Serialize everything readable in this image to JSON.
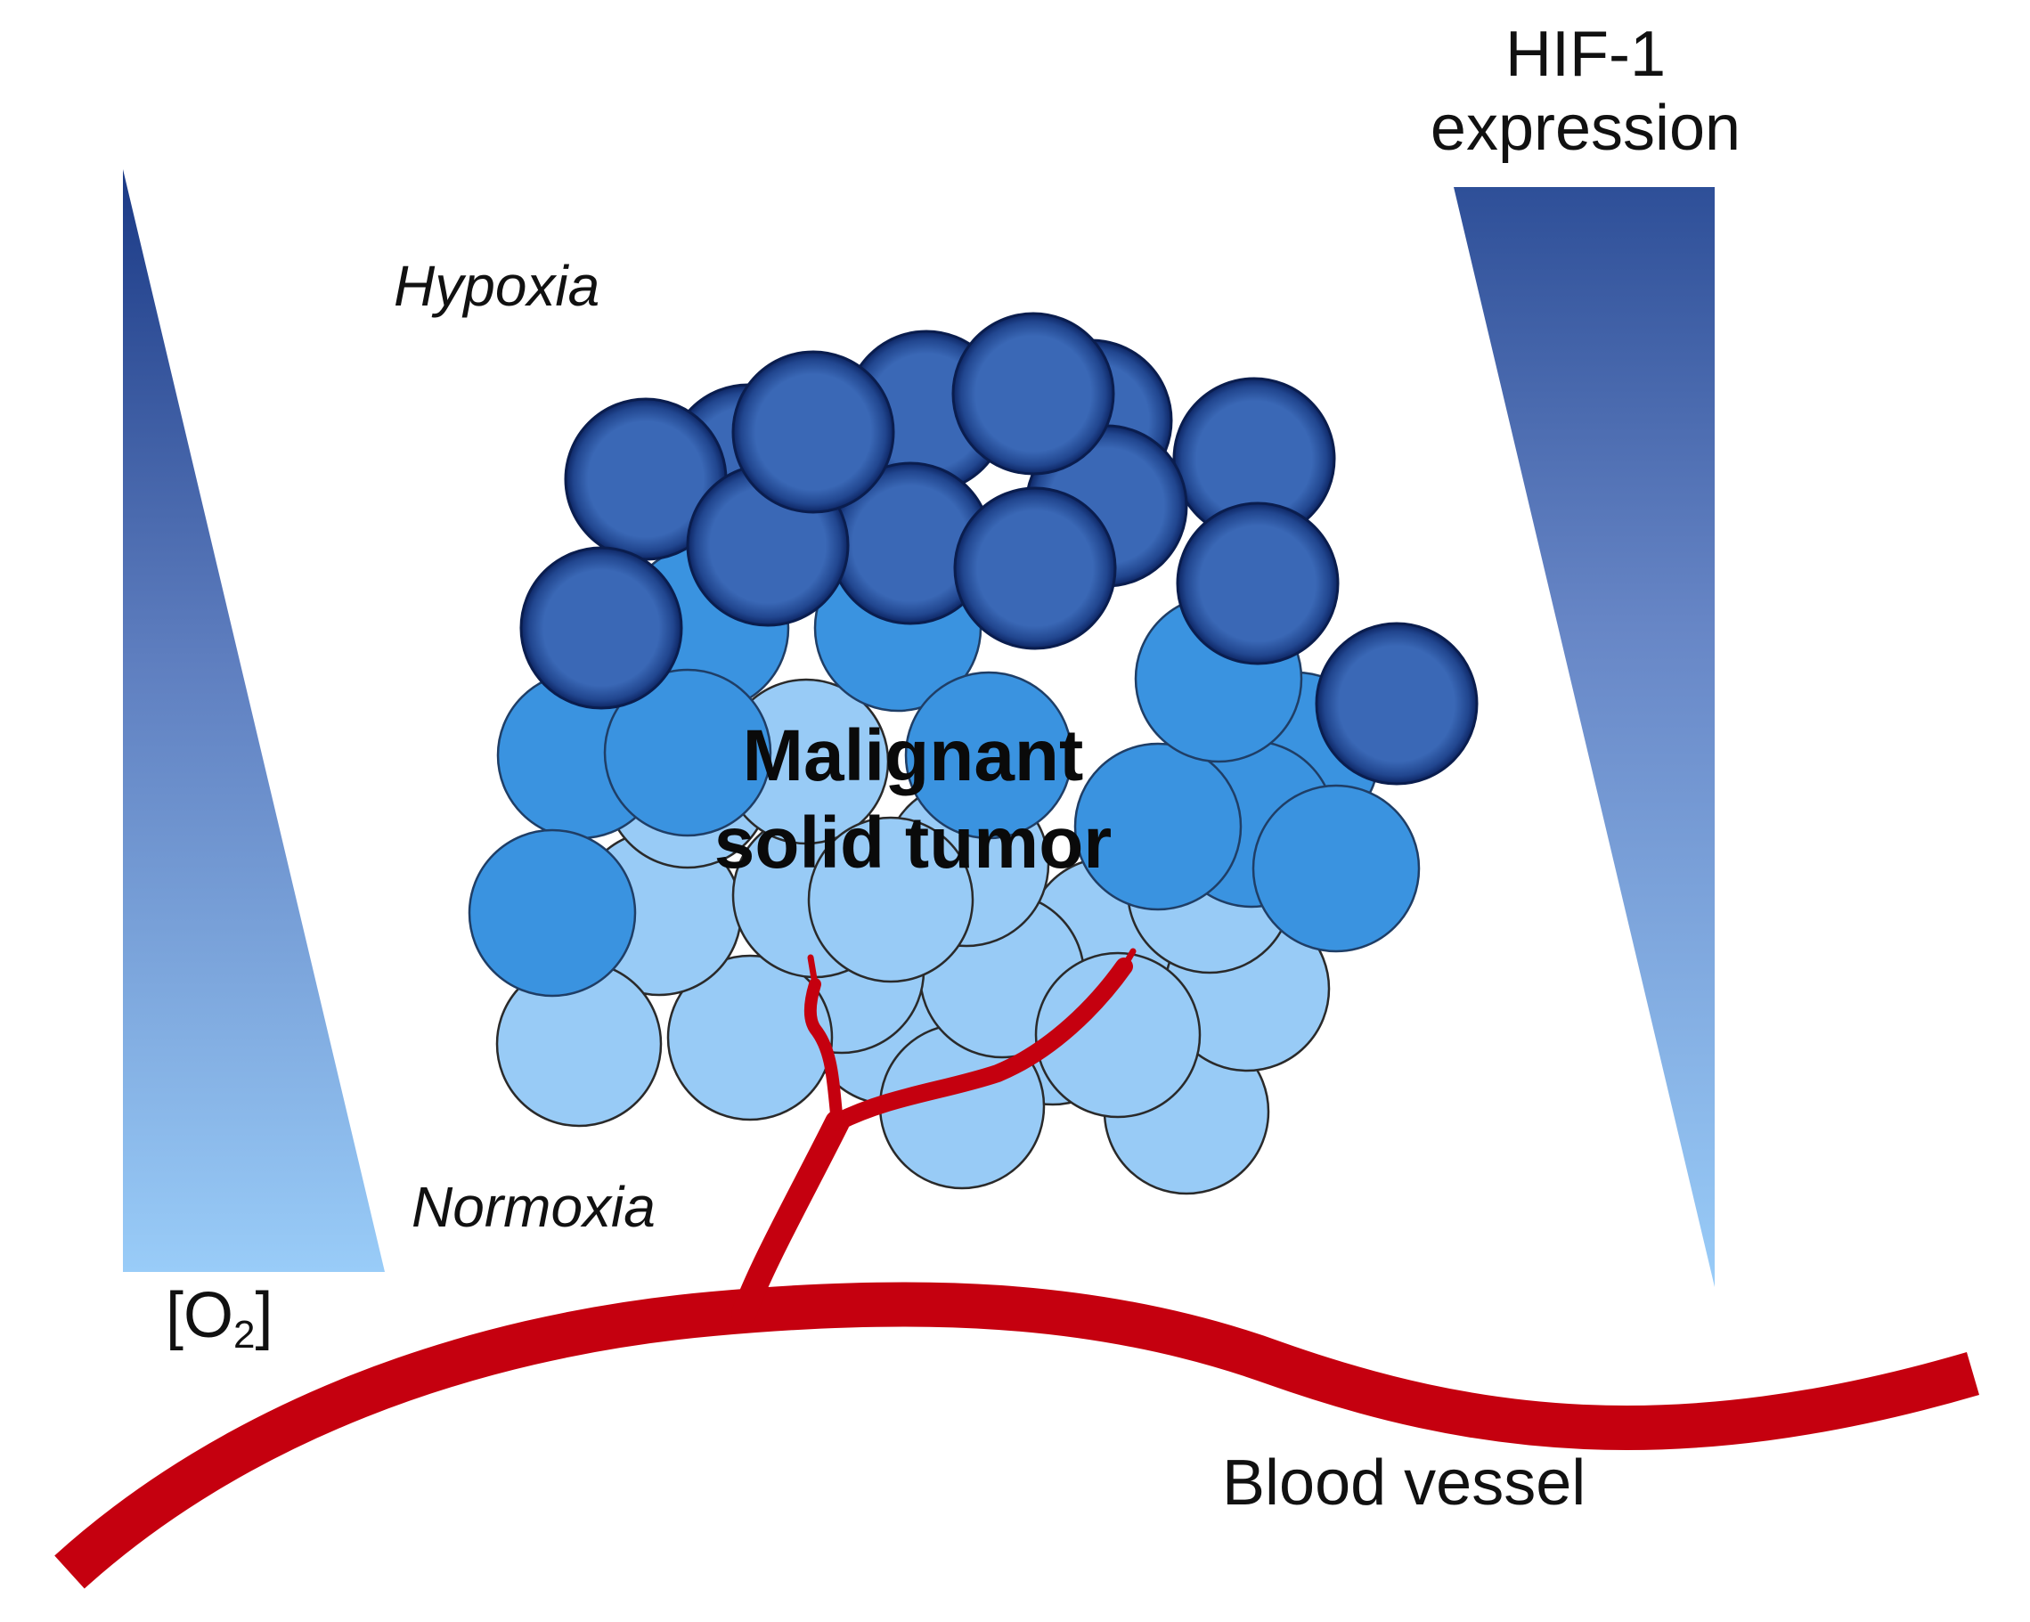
{
  "labels": {
    "hif_line1": "HIF-1",
    "hif_line2": "expression",
    "hypoxia": "Hypoxia",
    "normoxia": "Normoxia",
    "o2_open": "[O",
    "o2_sub": "2",
    "o2_close": "]",
    "tumor_line1": "Malignant",
    "tumor_line2": "solid tumor",
    "blood_vessel": "Blood vessel"
  },
  "colors": {
    "gradient_dark": "#1b3a86",
    "gradient_light": "#99ccf8",
    "cell_hypoxic": "#3a68b6",
    "cell_hypoxic_rim": "#0d2563",
    "cell_mid": "#3a93e0",
    "cell_normoxic": "#98cbf6",
    "vessel_red": "#c5000f"
  }
}
